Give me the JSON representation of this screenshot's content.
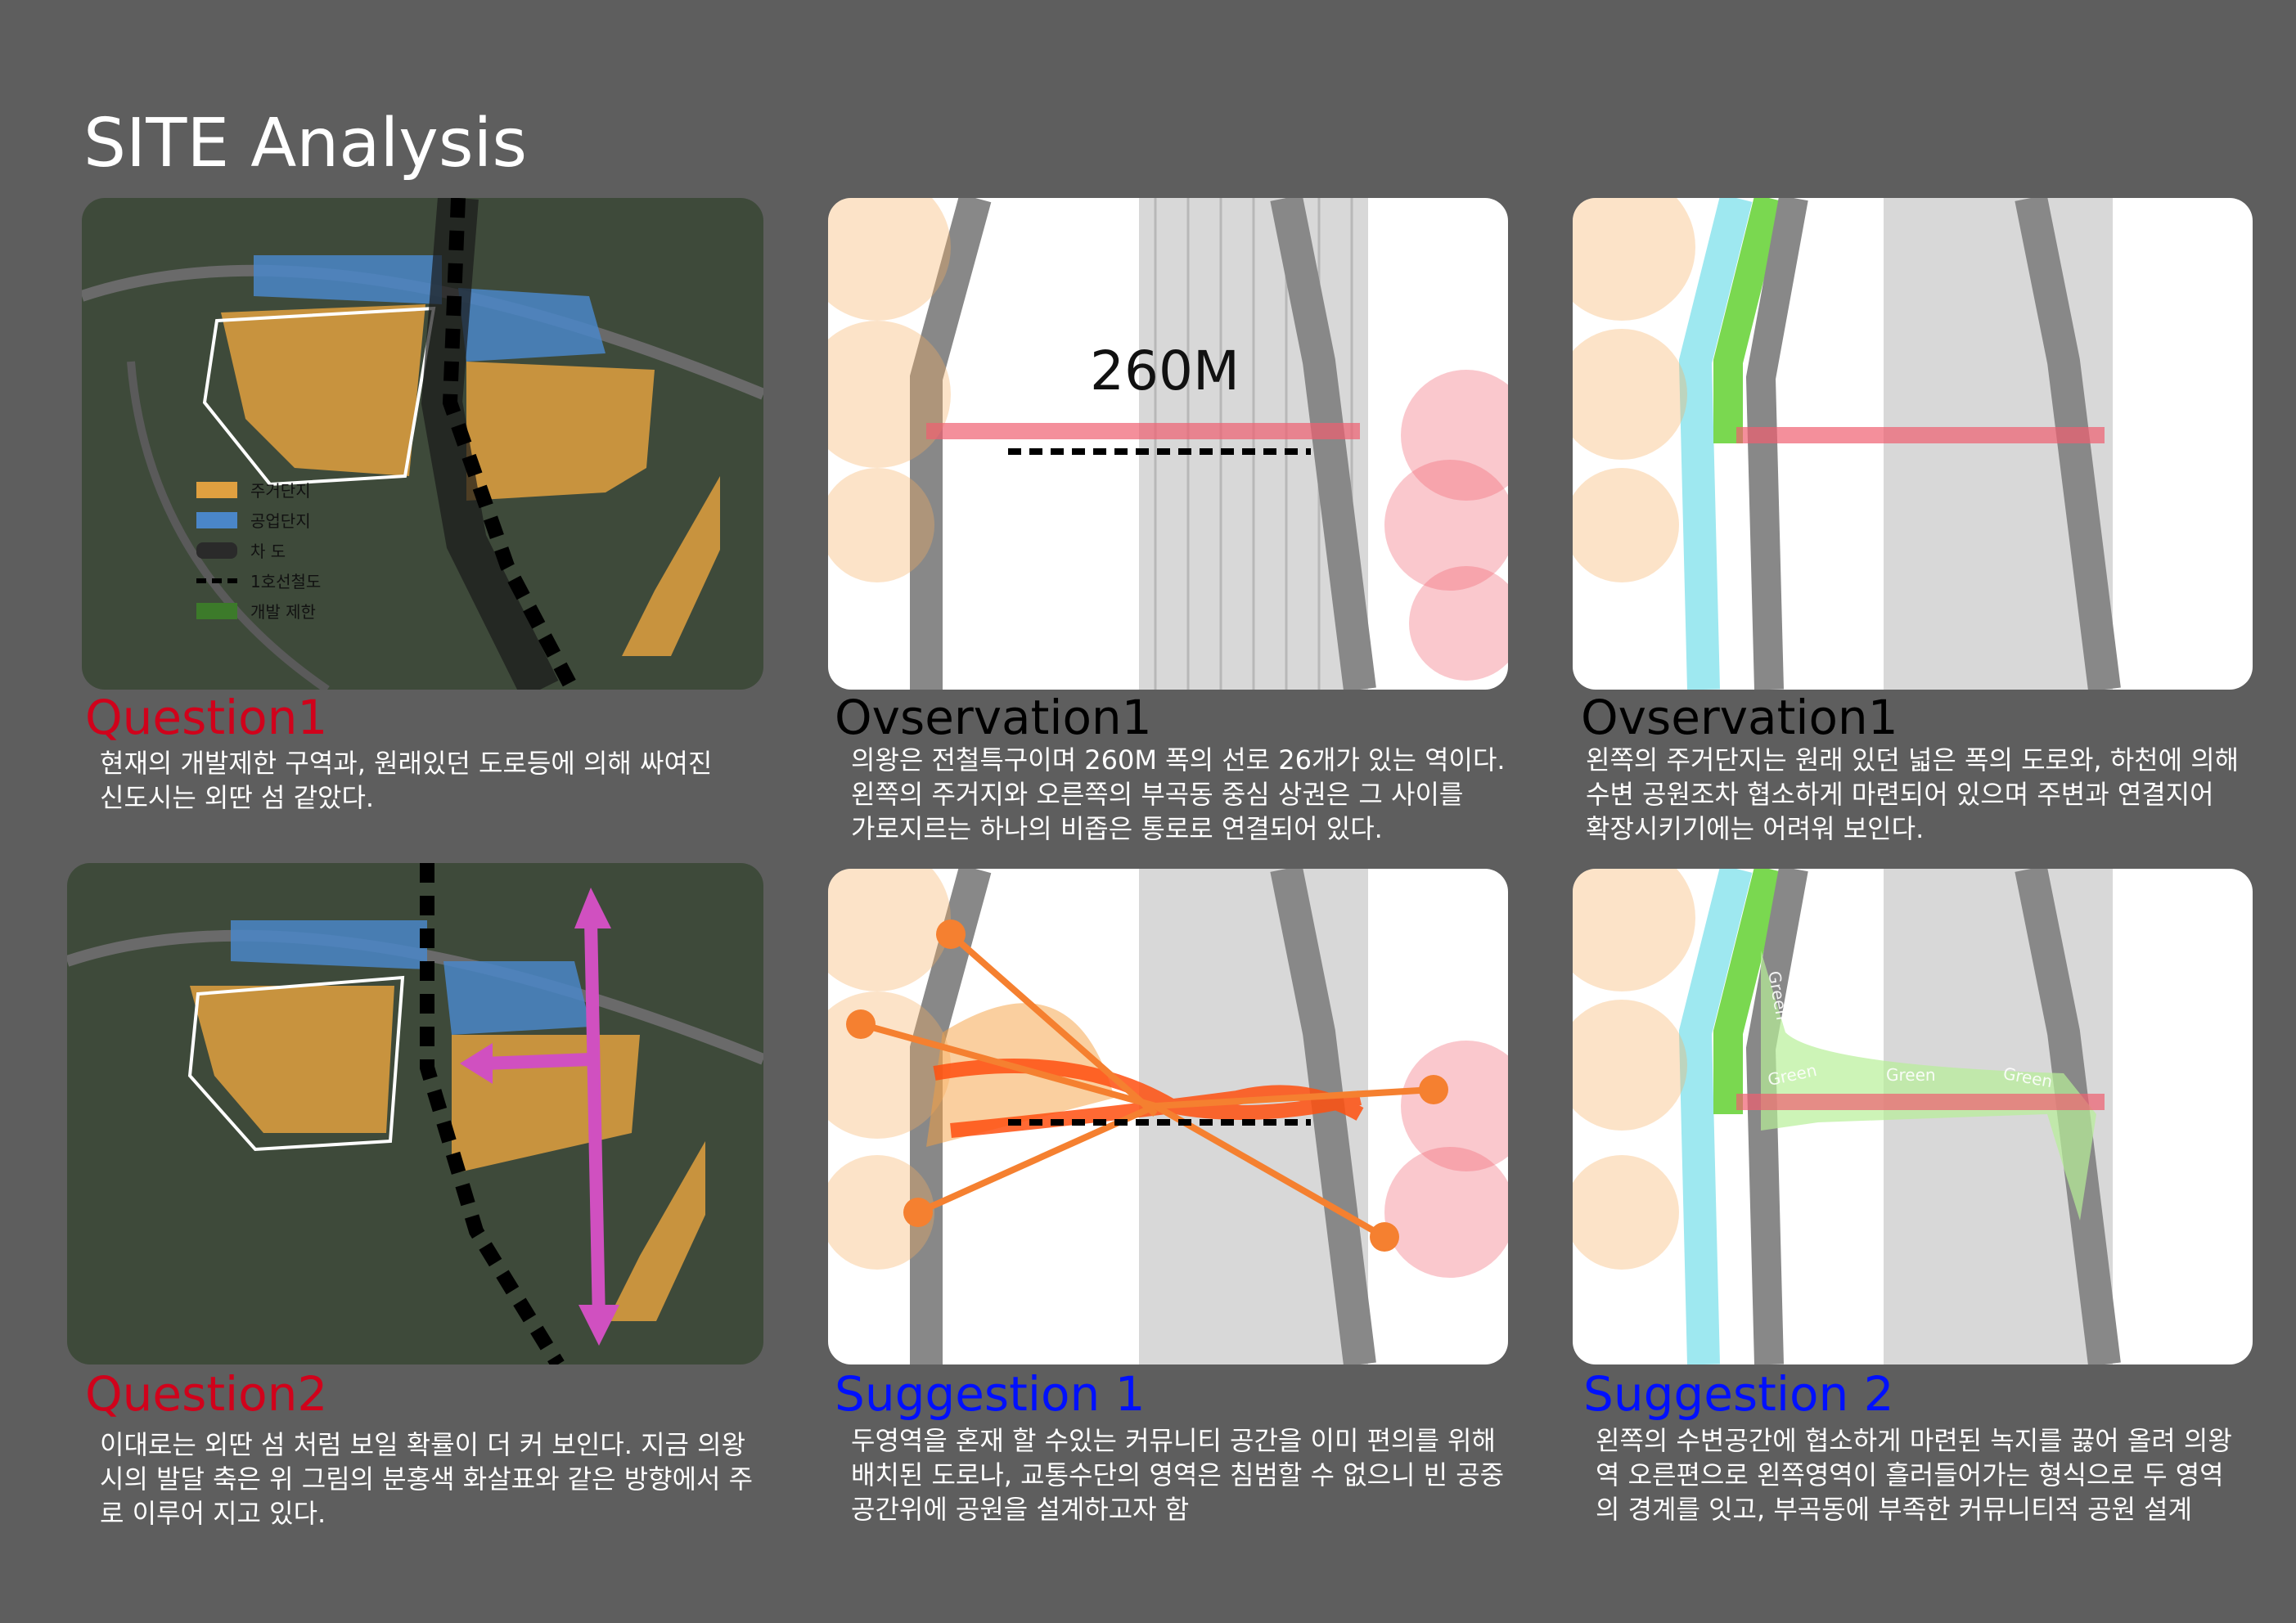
{
  "page_title": "SITE Analysis",
  "legend": {
    "items": [
      {
        "label": "주거단지",
        "color": "#e0a040"
      },
      {
        "label": "공업단지",
        "color": "#4a86c8"
      },
      {
        "label": "차  도",
        "color": "#2a2a2a"
      },
      {
        "label": "1호선철도",
        "color": "#000000"
      },
      {
        "label": "개발 제한",
        "color": "#3c7a2a"
      }
    ]
  },
  "map_labels": {
    "distance": "260M",
    "green": [
      "Green",
      "Green",
      "Green",
      "Green"
    ]
  },
  "panels": [
    {
      "heading": "Question1",
      "color": "#d0021b",
      "lines": [
        "현재의 개발제한 구역과, 원래있던  도로등에 의해 싸여진",
        "신도시는 외딴 섬 같았다."
      ]
    },
    {
      "heading": "Ovservation1",
      "color": "#000000",
      "lines": [
        "의왕은 전철특구이며 260M 폭의 선로 26개가 있는 역이다.",
        "왼쪽의 주거지와 오른쪽의 부곡동 중심 상권은 그 사이를",
        "가로지르는 하나의 비좁은 통로로 연결되어 있다."
      ]
    },
    {
      "heading": "Ovservation1",
      "color": "#000000",
      "lines": [
        "왼쪽의 주거단지는 원래 있던 넓은 폭의 도로와, 하천에 의해",
        "수변 공원조차 협소하게 마련되어 있으며 주변과 연결지어",
        "확장시키기에는 어려워 보인다."
      ]
    },
    {
      "heading": "Question2",
      "color": "#d0021b",
      "lines": [
        "이대로는 외딴 섬 처럼 보일 확률이 더 커 보인다. 지금 의왕",
        "시의 발달 축은 위 그림의 분홍색 화살표와 같은 방향에서 주",
        "로 이루어 지고 있다."
      ]
    },
    {
      "heading": "Suggestion 1",
      "color": "#0010ff",
      "lines": [
        "두영역을 혼재 할 수있는 커뮤니티 공간을 이미 편의를 위해",
        "배치된 도로나, 교통수단의 영역은 침범할 수 없으니 빈 공중",
        "공간위에 공원을 설계하고자 함"
      ]
    },
    {
      "heading": "Suggestion 2",
      "color": "#0010ff",
      "lines": [
        "왼쪽의 수변공간에 협소하게 마련된 녹지를 끓어 올려 의왕",
        "역 오른편으로 왼쪽영역이 흘러들어가는 형식으로 두 영역",
        "의 경계를 잇고, 부곡동에 부족한 커뮤니티적 공원 설계"
      ]
    }
  ]
}
